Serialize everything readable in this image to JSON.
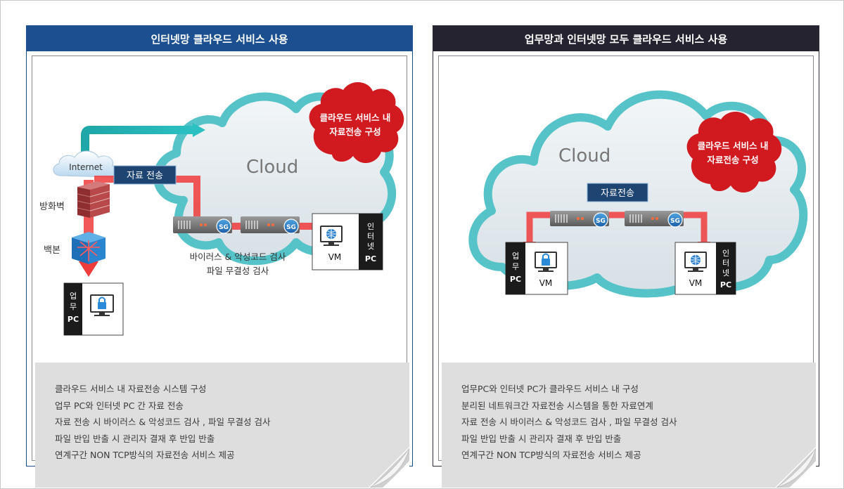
{
  "left": {
    "header": "인터넷망 클라우드 서비스 사용",
    "cloud_label": "Cloud",
    "bubble": [
      "클라우드 서비스 내",
      "자료전송 구성"
    ],
    "internet": "Internet",
    "transfer": "자료 전송",
    "firewall": "방화벽",
    "backbone": "백본",
    "sg": "SG",
    "vm": "VM",
    "scan": [
      "바이러스 & 악성코드 검사",
      "파일 무결성 검사"
    ],
    "internet_pc": [
      "인",
      "터",
      "넷",
      "PC"
    ],
    "work_pc": [
      "업",
      "무",
      "PC"
    ],
    "features": [
      "클라우드 서비스 내 자료전송 시스템 구성",
      "업무 PC와 인터넷 PC 간 자료 전송",
      "자료 전송 시 바이러스 & 악성코드 검사 , 파일 무결성 검사",
      "파일 반입 반출 시 관리자 결재 후 반입 반출",
      "연계구간 NON TCP방식의 자료전송 서비스 제공"
    ]
  },
  "right": {
    "header": "업무망과 인터넷망 모두 클라우드 서비스 사용",
    "cloud_label": "Cloud",
    "bubble": [
      "클라우드 서비스 내",
      "자료전송 구성"
    ],
    "transfer": "자료전송",
    "sg": "SG",
    "vm": "VM",
    "work_pc": [
      "업",
      "무",
      "PC"
    ],
    "internet_pc": [
      "인",
      "터",
      "넷",
      "PC"
    ],
    "features": [
      "업무PC와 인터넷 PC가 클라우드 서비스 내 구성",
      "분리된 네트워크간 자료전송 시스템을 통한 자료연계",
      "자료 전송 시 바이러스 & 악성코드 검사 , 파일 무결성 검사",
      "파일 반입 반출 시 관리자 결재 후 반입 반출",
      "연계구간 NON TCP방식의 자료전송 서비스 제공"
    ]
  },
  "colors": {
    "left_header": "#1b4f8f",
    "right_header": "#24232f",
    "bubble_red": "#d11a20",
    "arrow_red": "#ee3b3b",
    "cloud_teal": "#56c3c8",
    "navy_box": "#1e4571"
  }
}
